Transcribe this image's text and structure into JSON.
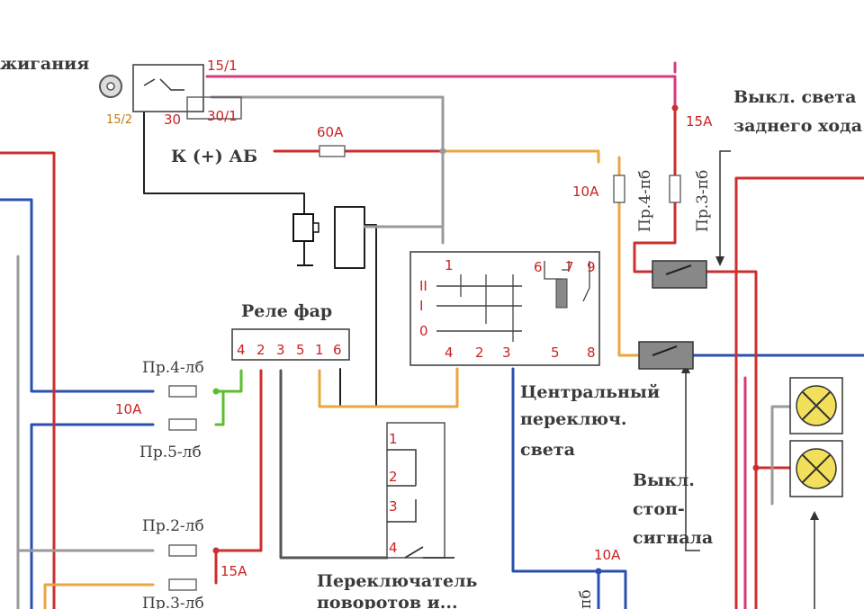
{
  "colors": {
    "pink": "#d93a7a",
    "red": "#cc2f2f",
    "orange": "#eaa640",
    "blue": "#2a4fb0",
    "gray": "#9a9a9a",
    "green": "#5bbf2e",
    "black": "#202020",
    "label_red": "#cc2222",
    "lamp_yellow": "#f3e05a"
  },
  "ignition": {
    "title_partial": "жигания",
    "terminal_15_1": "15/1",
    "terminal_15_2": "15/2",
    "terminal_30": "30",
    "terminal_30_1": "30/1"
  },
  "battery": {
    "label": "К (+) АБ",
    "fuse": "60А"
  },
  "headlight_relay": {
    "title": "Реле фар",
    "pins": [
      "4",
      "2",
      "3",
      "5",
      "1",
      "6"
    ]
  },
  "fuses_left": {
    "f1": "Пр.4-лб",
    "rating_10": "10А",
    "f2": "Пр.5-лб",
    "f3": "Пр.2-лб",
    "rating_15": "15А",
    "f4_partial": "Пр.3-лб"
  },
  "central_switch": {
    "title_line1": "Центральный",
    "title_line2": "переключ.",
    "title_line3": "света",
    "positions": [
      "II",
      "I",
      "0"
    ],
    "pin_1": "1",
    "pins_top": [
      "6",
      "7",
      "9"
    ],
    "pins_bottom": [
      "4",
      "2",
      "3",
      "5",
      "8"
    ]
  },
  "turn_switch": {
    "title_line1": "Переключатель",
    "title_line2": "поворотов и...",
    "pins": [
      "1",
      "2",
      "3",
      "4"
    ]
  },
  "fuses_right": {
    "rating_15": "15А",
    "rating_10": "10А",
    "f1": "Пр.4-пб",
    "f2": "Пр.3-пб",
    "rating_10_bottom": "10А",
    "bottom_partial": "пб"
  },
  "reverse_switch": {
    "line1": "Выкл. света",
    "line2": "заднего хода"
  },
  "stop_switch": {
    "line1": "Выкл.",
    "line2": "стоп-",
    "line3": "сигнала"
  }
}
